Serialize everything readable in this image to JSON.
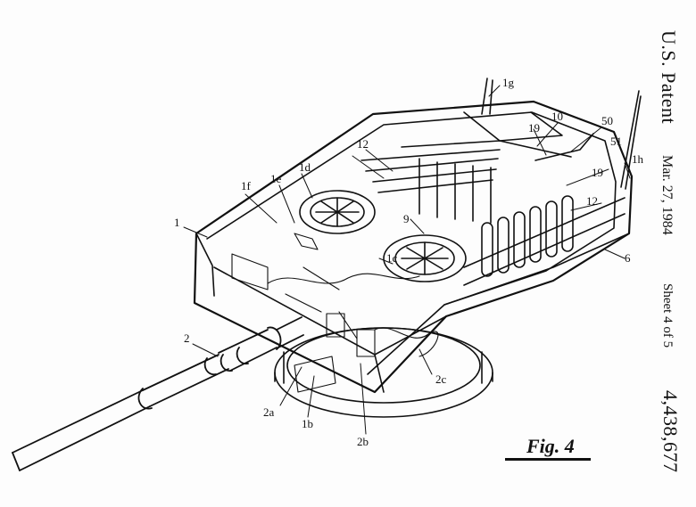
{
  "header": {
    "patent_title": "U.S. Patent",
    "date": "Mar. 27, 1984",
    "sheet": "Sheet 4 of 5",
    "patent_number": "4,438,677"
  },
  "figure": {
    "caption": "Fig. 4"
  },
  "labels": {
    "l1": "1",
    "l1b": "1b",
    "l1c": "1c",
    "l1d": "1d",
    "l1e": "1e",
    "l1f": "1f",
    "l1g": "1g",
    "l1h": "1h",
    "l2": "2",
    "l2a": "2a",
    "l2b": "2b",
    "l2c": "2c",
    "l6": "6",
    "l9": "9",
    "l10": "10",
    "l12a": "12",
    "l12b": "12",
    "l19a": "19",
    "l19b": "19",
    "l50": "50",
    "l51": "51"
  }
}
